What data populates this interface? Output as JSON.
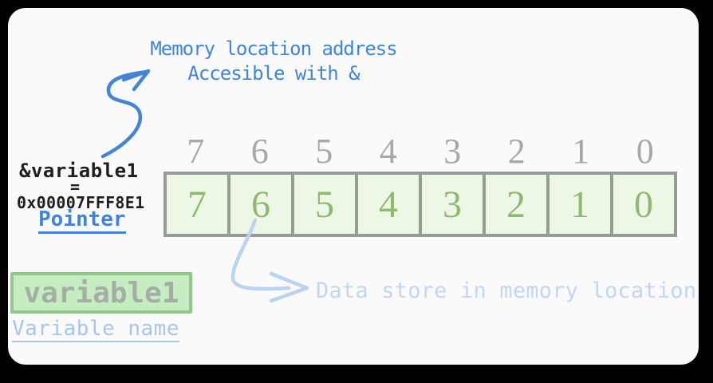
{
  "address_note": {
    "line1": "Memory location address",
    "line2": "Accesible with &"
  },
  "pointer_label": {
    "expression": "&variable1",
    "equals": "=",
    "address": "0x00007FFF8E1",
    "caption": "Pointer"
  },
  "memory": {
    "indices": [
      "7",
      "6",
      "5",
      "4",
      "3",
      "2",
      "1",
      "0"
    ],
    "values": [
      "7",
      "6",
      "5",
      "4",
      "3",
      "2",
      "1",
      "0"
    ]
  },
  "variable": {
    "name": "variable1",
    "caption": "Variable name"
  },
  "data_note": "Data store in memory location",
  "icons": {
    "address_arrow": "hand-drawn s-curved arrow pointing up-right to address note",
    "data_arrow": "hand-drawn curved arrow from cell 6 pointing right to data note"
  },
  "colors": {
    "background": "#000000",
    "panel": "#fafafa",
    "blue": "#4285d8",
    "light_blue_arrow": "#b9d3f1",
    "light_blue_text": "#c2d6f3",
    "variable_caption_blue": "#a6c6ee",
    "cell_fill": "#edf7e6",
    "cell_border": "#999999",
    "value_green": "#8fb870",
    "index_gray": "#a8a8a8",
    "var_box_fill": "#c6ecc1",
    "var_box_border": "#93c78b",
    "var_box_text": "#a2b0a2",
    "label_black": "#1f1f1f"
  }
}
